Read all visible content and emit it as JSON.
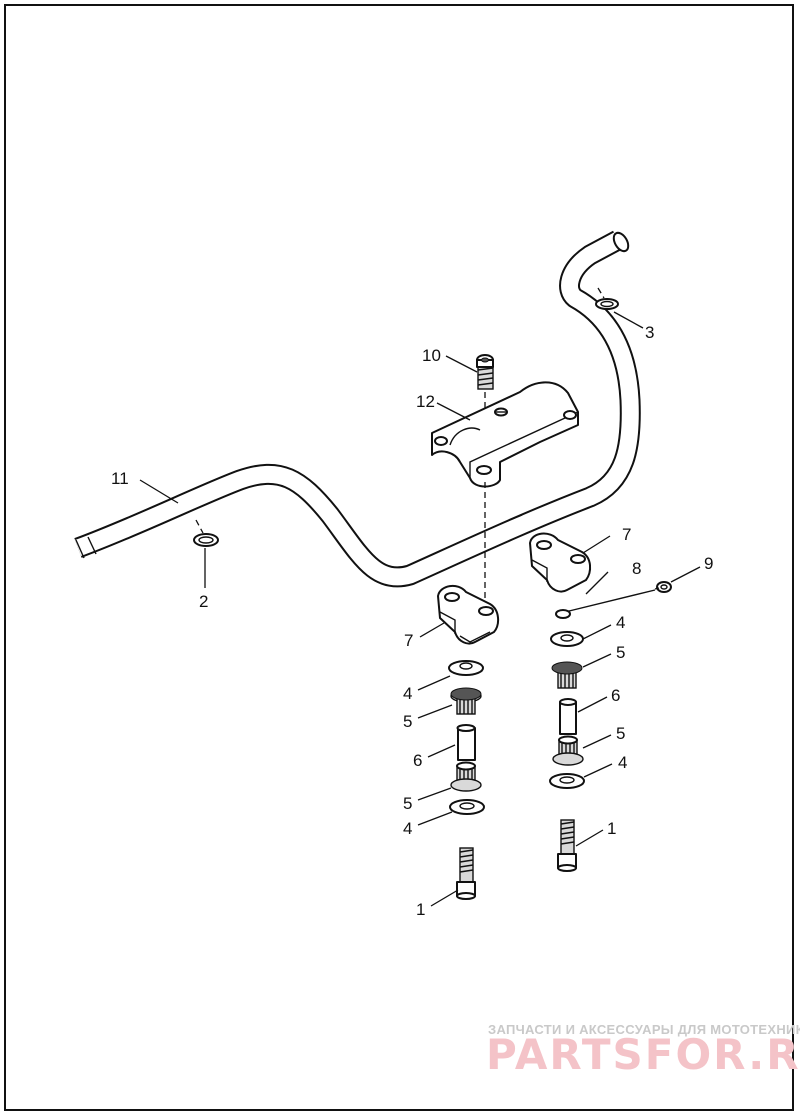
{
  "callouts": {
    "c1a": "1",
    "c1b": "1",
    "c2": "2",
    "c3": "3",
    "c4a": "4",
    "c4b": "4",
    "c4c": "4",
    "c4d": "4",
    "c5a": "5",
    "c5b": "5",
    "c5c": "5",
    "c5d": "5",
    "c6a": "6",
    "c6b": "6",
    "c7a": "7",
    "c7b": "7",
    "c8": "8",
    "c9": "9",
    "c10": "10",
    "c11": "11",
    "c12": "12"
  },
  "watermark": {
    "tagline": "ЗАПЧАСТИ И АКСЕССУАРЫ ДЛЯ МОТОТЕХНИКИ",
    "brand": "PARTSFOR.RU"
  }
}
